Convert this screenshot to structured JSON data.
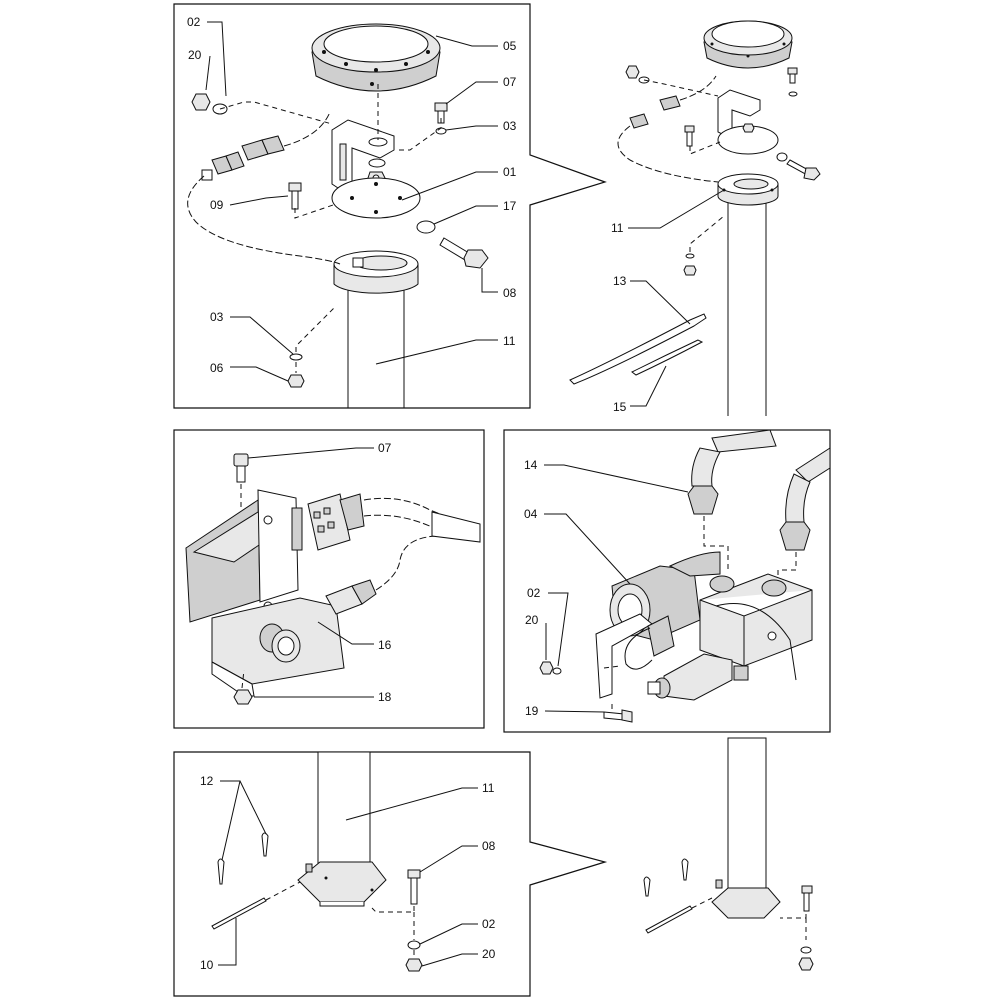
{
  "callouts": {
    "a_02": "02",
    "a_20": "20",
    "a_05": "05",
    "a_07": "07",
    "a_03": "03",
    "a_01": "01",
    "a_09": "09",
    "a_17": "17",
    "a_08": "08",
    "a_03b": "03",
    "a_11": "11",
    "a_06": "06",
    "b_11": "11",
    "b_13": "13",
    "b_15": "15",
    "c_07": "07",
    "c_16": "16",
    "c_18": "18",
    "d_14": "14",
    "d_04": "04",
    "d_02": "02",
    "d_20": "20",
    "d_19": "19",
    "e_12": "12",
    "e_11": "11",
    "e_08": "08",
    "e_02": "02",
    "e_20": "20",
    "e_10": "10"
  }
}
